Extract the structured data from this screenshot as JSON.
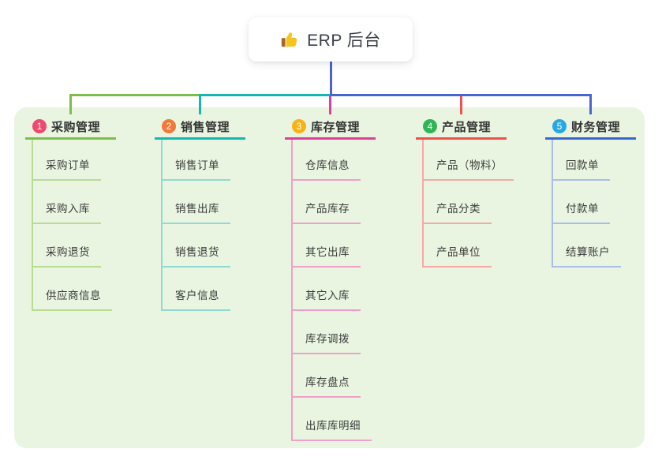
{
  "root": {
    "title": "ERP 后台",
    "icon": "thumbs-up-icon"
  },
  "branches": [
    {
      "index": "1",
      "title": "采购管理",
      "accent": "#7dbe4b",
      "light": "#b9dc93",
      "badge": "#ed4b6e",
      "items": [
        "采购订单",
        "采购入库",
        "采购退货",
        "供应商信息"
      ]
    },
    {
      "index": "2",
      "title": "销售管理",
      "accent": "#14b8ae",
      "light": "#90dad4",
      "badge": "#f3793a",
      "items": [
        "销售订单",
        "销售出库",
        "销售退货",
        "客户信息"
      ]
    },
    {
      "index": "3",
      "title": "库存管理",
      "accent": "#de3f97",
      "light": "#efa0ca",
      "badge": "#f6b315",
      "items": [
        "仓库信息",
        "产品库存",
        "其它出库",
        "其它入库",
        "库存调拨",
        "库存盘点",
        "出库库明细"
      ]
    },
    {
      "index": "4",
      "title": "产品管理",
      "accent": "#f0504e",
      "light": "#f6a9a4",
      "badge": "#2fb457",
      "items": [
        "产品（物料）",
        "产品分类",
        "产品单位"
      ]
    },
    {
      "index": "5",
      "title": "财务管理",
      "accent": "#3a66cf",
      "light": "#a9bde9",
      "badge": "#29a7e1",
      "items": [
        "回款单",
        "付款单",
        "结算账户"
      ]
    }
  ],
  "colors": {
    "root_line": "#4a64d4",
    "canvas_bg": "#e9f5e1",
    "page_bg": "#ffffff"
  }
}
